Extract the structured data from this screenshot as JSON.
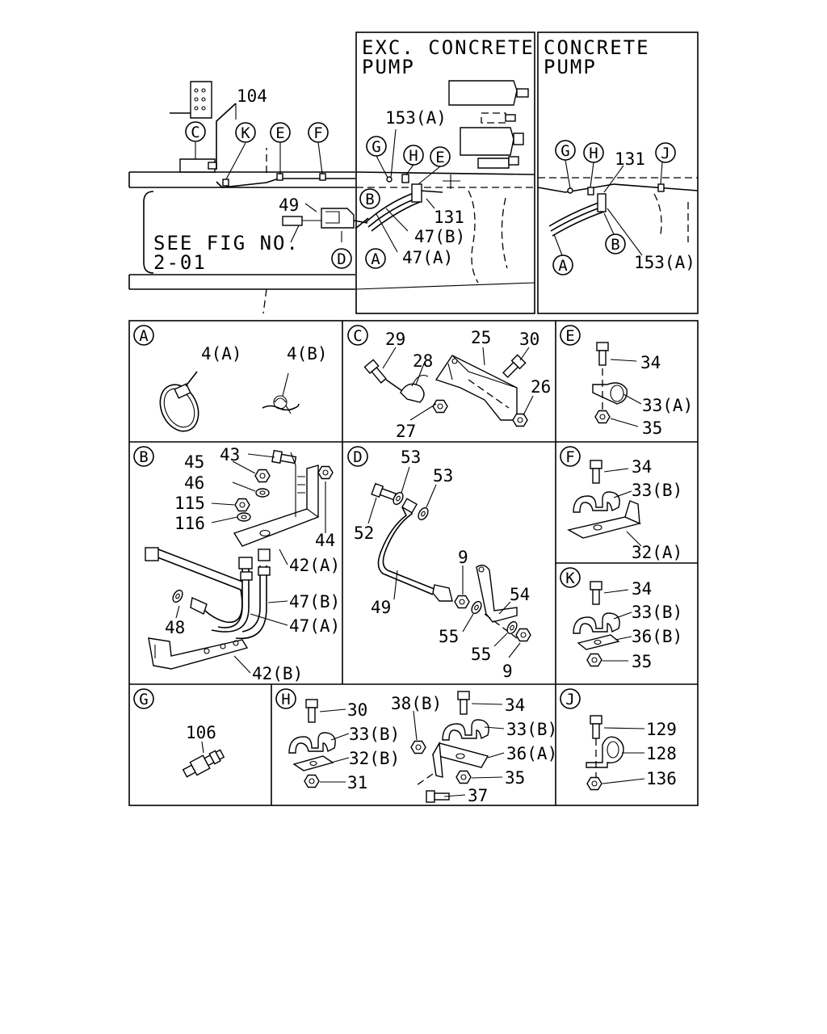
{
  "overview": {
    "left": {
      "note_line1": "SEE FIG NO.",
      "note_line2": "2-01",
      "labels": {
        "p104": "104",
        "p49": "49",
        "C": "C",
        "K": "K",
        "E": "E",
        "F": "F",
        "B": "B",
        "D": "D",
        "A": "A",
        "p47b": "47(B)",
        "p47a": "47(A)"
      }
    },
    "exc": {
      "title_line1": "EXC. CONCRETE",
      "title_line2": "PUMP",
      "labels": {
        "p153a": "153(A)",
        "G": "G",
        "H": "H",
        "E": "E",
        "p131": "131"
      }
    },
    "conc": {
      "title_line1": "CONCRETE",
      "title_line2": "PUMP",
      "labels": {
        "G": "G",
        "H": "H",
        "J": "J",
        "p131": "131",
        "A": "A",
        "B": "B",
        "p153a": "153(A)"
      }
    }
  },
  "details": {
    "A": {
      "key": "A",
      "labels": [
        "4(A)",
        "4(B)"
      ]
    },
    "C": {
      "key": "C",
      "labels": [
        "29",
        "25",
        "30",
        "28",
        "26",
        "27"
      ]
    },
    "E": {
      "key": "E",
      "labels": [
        "34",
        "33(A)",
        "35"
      ]
    },
    "B": {
      "key": "B",
      "labels": [
        "43",
        "45",
        "46",
        "115",
        "116",
        "44",
        "42(A)",
        "47(B)",
        "47(A)",
        "48",
        "42(B)"
      ]
    },
    "D": {
      "key": "D",
      "labels": [
        "53",
        "53",
        "52",
        "9",
        "54",
        "49",
        "55",
        "55",
        "9"
      ]
    },
    "F": {
      "key": "F",
      "labels": [
        "34",
        "33(B)",
        "32(A)"
      ]
    },
    "K": {
      "key": "K",
      "labels": [
        "34",
        "33(B)",
        "36(B)",
        "35"
      ]
    },
    "G": {
      "key": "G",
      "labels": [
        "106"
      ]
    },
    "H": {
      "key": "H",
      "labels": [
        "30",
        "33(B)",
        "32(B)",
        "31",
        "38(B)",
        "34",
        "33(B)",
        "36(A)",
        "35",
        "37"
      ]
    },
    "J": {
      "key": "J",
      "labels": [
        "129",
        "128",
        "136"
      ]
    }
  }
}
